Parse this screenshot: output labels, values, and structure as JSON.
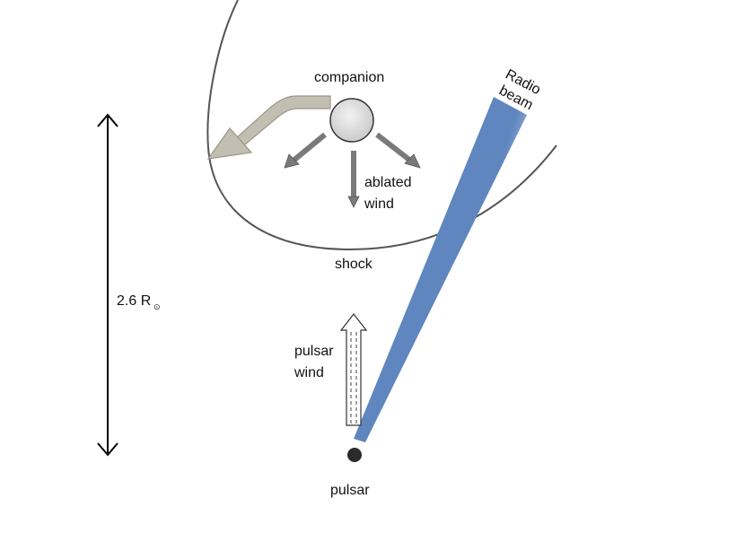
{
  "labels": {
    "companion": "companion",
    "radio_beam_line1": "Radio",
    "radio_beam_line2": "beam",
    "ablated_wind_line1": "ablated",
    "ablated_wind_line2": "wind",
    "shock": "shock",
    "scale_value": "2.6 R",
    "scale_unit_symbol": "⊙",
    "pulsar_wind_line1": "pulsar",
    "pulsar_wind_line2": "wind",
    "pulsar": "pulsar"
  },
  "colors": {
    "shock_curve": "#555555",
    "companion_fill": "#d8d8d8",
    "orbital_arrow": "#c2bfb2",
    "wind_arrows": "#7a7a7a",
    "beam_dark": "#5f86be",
    "beam_light": "#dde6f1",
    "pulsar": "#2b2b2b",
    "scale_arrow": "#000000"
  }
}
